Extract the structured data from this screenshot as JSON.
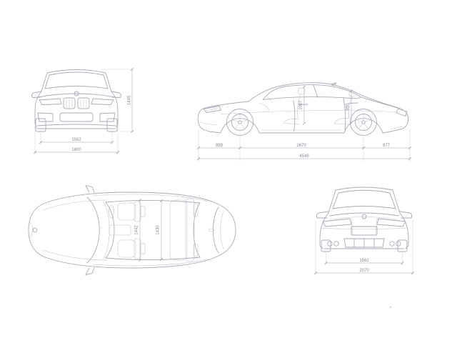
{
  "colors": {
    "car_line": "#a6acb7",
    "car_line_light": "#bcc1cb",
    "dimension_line": "#9aa1ad",
    "dimension_text": "#848b97",
    "background": "#ffffff"
  },
  "views": {
    "front": {
      "dims": {
        "track": "1562",
        "overall_width": "1800",
        "overall_height": "1445"
      }
    },
    "side": {
      "dims": {
        "front_overhang": "899",
        "wheelbase": "2670",
        "rear_overhang": "977",
        "overall_length": "4546",
        "interior_height_front": "1007",
        "interior_height_rear": "955"
      }
    },
    "top": {
      "dims": {
        "interior_width_front": "1442",
        "interior_width_rear": "1430"
      }
    },
    "rear": {
      "dims": {
        "track": "1562",
        "width_incl_mirrors": "2070"
      }
    }
  }
}
